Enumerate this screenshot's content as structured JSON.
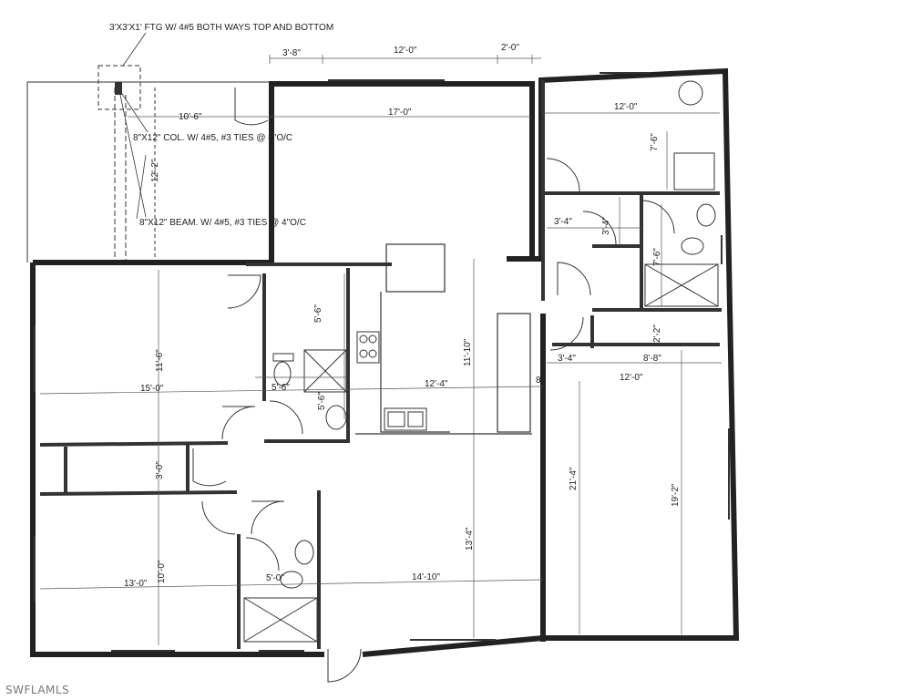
{
  "notes": {
    "footing": "3'X3'X1' FTG W/ 4#5 BOTH WAYS TOP AND BOTTOM",
    "column": "8\"X12\" COL. W/ 4#5, #3 TIES @ 8\"O/C",
    "beam": "8\"X12\" BEAM. W/ 4#5, #3 TIES @ 4\"O/C"
  },
  "dimensions": {
    "top_3_8": "3'-8\"",
    "top_12_0": "12'-0\"",
    "top_2_0": "2'-0\"",
    "porch_10_6": "10'-6\"",
    "porch_12_2": "12'-2\"",
    "living_17_0": "17'-0\"",
    "master_12_0": "12'-0\"",
    "master_7_6": "7'-6\"",
    "hall_3_4_a": "3'-4\"",
    "hall_3_4_b": "3'-4\"",
    "bath_7_6": "7'-6\"",
    "bed1_11_6": "11'-6\"",
    "bed1_15_0": "15'-0\"",
    "bath1_5_6_v": "5'-6\"",
    "bath1_5_6_h": "5'-6\"",
    "bath1_5_6_b": "5'-6\"",
    "kitchen_11_10": "11'-10\"",
    "kitchen_12_4": "12'-4\"",
    "closet_3_0": "3'-0\"",
    "bed2_10_0": "10'-0\"",
    "bed2_13_0": "13'-0\"",
    "bath2_5_0": "5'-0\"",
    "great_13_4": "13'-4\"",
    "great_14_10": "14'-10\"",
    "garage_3_4": "3'-4\"",
    "garage_8_8": "8'-8\"",
    "garage_12_0": "12'-0\"",
    "garage_21_4": "21'-4\"",
    "garage_19_2": "19'-2\"",
    "garage_2_2": "2'-2\"",
    "wall_8": "8\""
  },
  "watermark": "SWFLAMLS"
}
